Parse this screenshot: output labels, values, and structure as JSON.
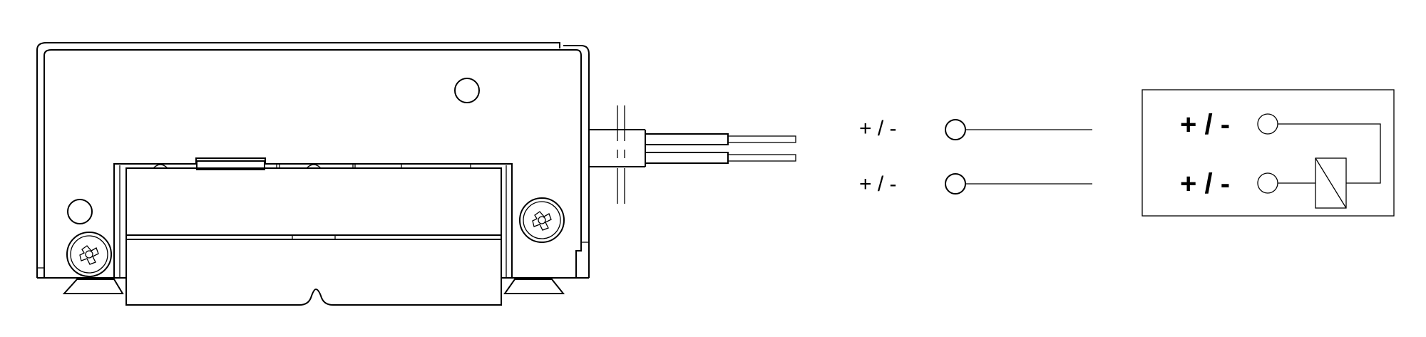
{
  "diagram": {
    "wiring_labels": [
      "+ / -",
      "+ / -"
    ],
    "schematic_labels": [
      "+ / -",
      "+ / -"
    ],
    "components": [
      "device-housing",
      "cable",
      "terminal-pair",
      "relay-coil-schematic"
    ],
    "line_color": "#000000",
    "background": "#ffffff"
  }
}
